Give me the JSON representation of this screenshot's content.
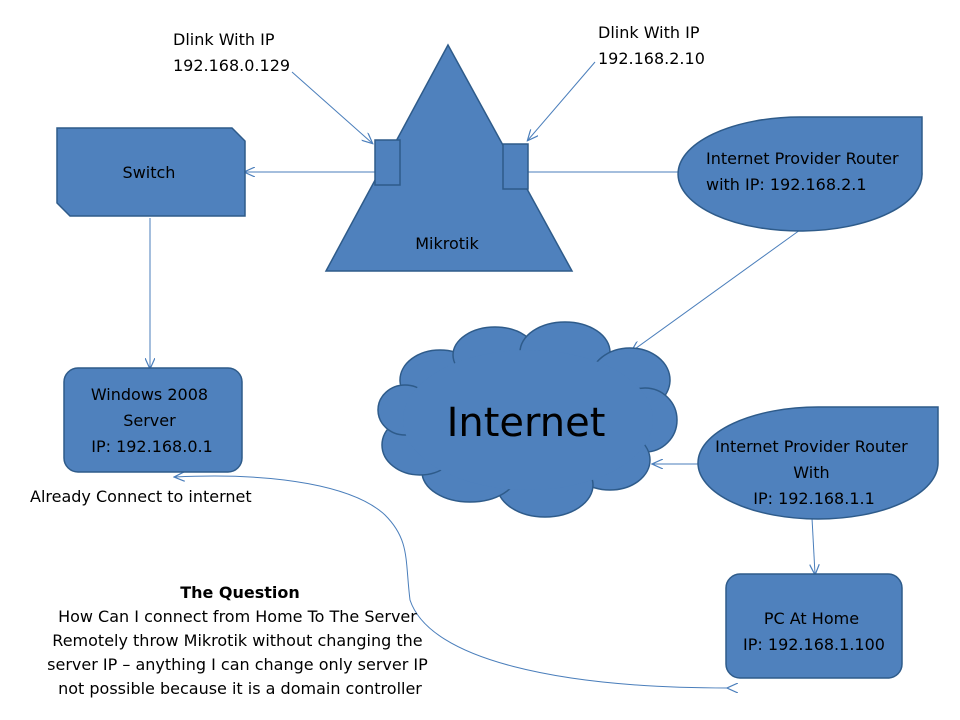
{
  "nodes": {
    "switch": "Switch",
    "mikrotik": "Mikrotik",
    "isp_router_top": [
      "Internet Provider Router",
      "with IP: 192.168.2.1"
    ],
    "internet": "Internet",
    "server": [
      "Windows 2008",
      "Server",
      "IP: 192.168.0.1"
    ],
    "isp_router_home": [
      "Internet Provider Router",
      "With",
      "IP: 192.168.1.1"
    ],
    "home_pc": [
      "PC At Home",
      "IP: 192.168.1.100"
    ]
  },
  "labels": {
    "dlink_left": [
      "Dlink With IP",
      "192.168.0.129"
    ],
    "dlink_right": [
      "Dlink With IP",
      "192.168.2.10"
    ],
    "server_note": "Already Connect to  internet"
  },
  "question": {
    "title": "The Question",
    "lines": [
      "How Can I connect from Home To The Server",
      "Remotely throw Mikrotik without changing the",
      "server IP – anything I can change only server IP",
      "not possible because it is a domain controller"
    ]
  },
  "colors": {
    "shape_fill": "#4f81bd",
    "shape_stroke": "#2e5b8a",
    "connector": "#4a7ebb",
    "text": "#000000"
  }
}
